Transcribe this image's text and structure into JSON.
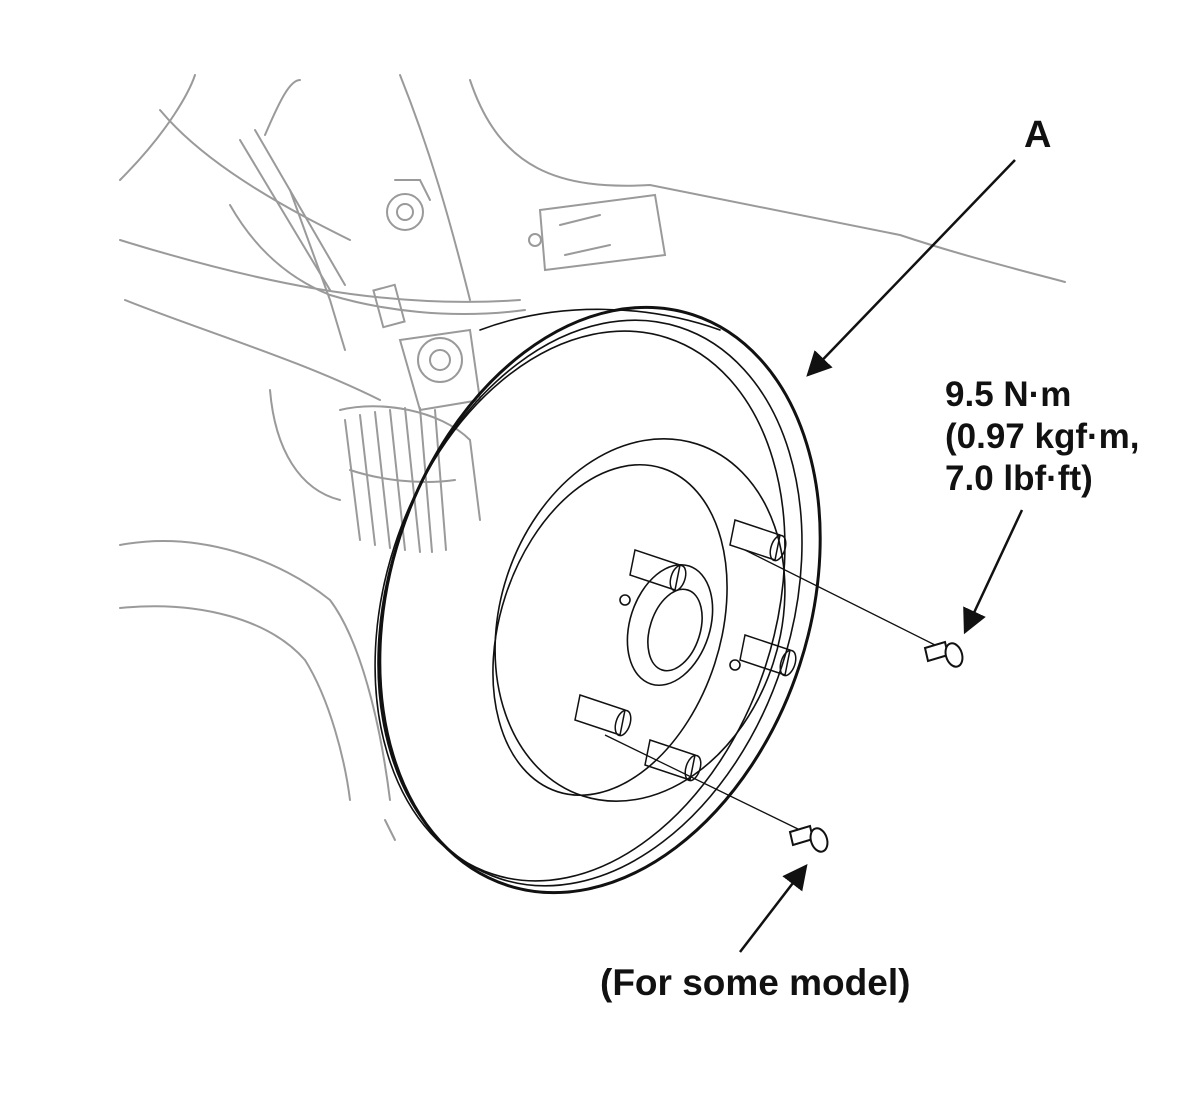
{
  "callouts": {
    "part_a": "A",
    "torque": {
      "line1": "9.5 N·m",
      "line2": "(0.97 kgf·m,",
      "line3": "7.0 lbf·ft)"
    },
    "note": "(For some model)"
  },
  "colors": {
    "background": "#ffffff",
    "ink_dark": "#111111",
    "ink_light": "#9a9a9a"
  }
}
